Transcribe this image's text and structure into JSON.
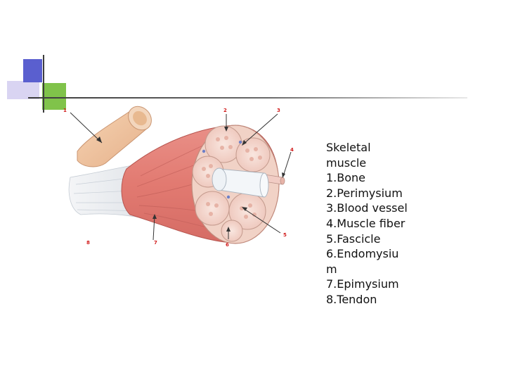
{
  "legend": {
    "title_line1": "Skeletal",
    "title_line2": "muscle",
    "items": [
      "1.Bone",
      "2.Perimysium",
      "3.Blood vessel",
      "4.Muscle fiber",
      "5.Fascicle",
      "6.Endomysiu",
      "m",
      "7.Epimysium",
      "8.Tendon"
    ]
  },
  "callouts": [
    "1",
    "2",
    "3",
    "4",
    "5",
    "6",
    "7",
    "8"
  ],
  "colors": {
    "muscle": "#e4837a",
    "muscle_dark": "#c95d57",
    "bone": "#f0c6a1",
    "tendon": "#e9ecef",
    "fascicle": "#f7dfd8",
    "callout": "#d11a1a",
    "accent_blue": "#5a5fcf",
    "accent_green": "#80c34a",
    "accent_lavender": "#d9d4f2"
  }
}
